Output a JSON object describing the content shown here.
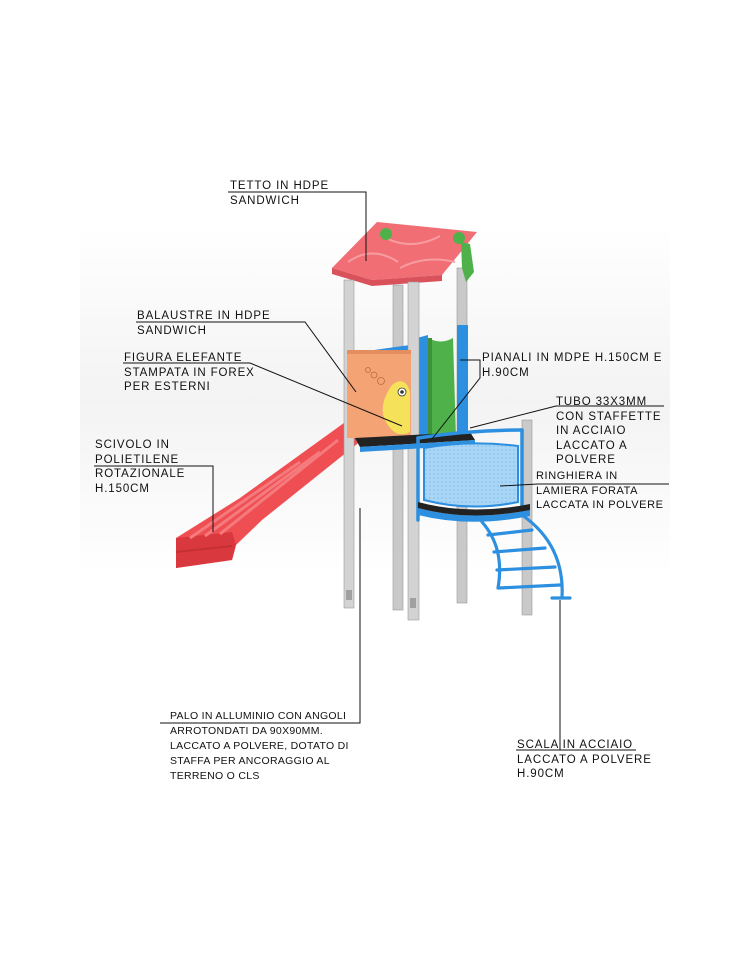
{
  "labels": {
    "tetto": "TETTO IN HDPE\nSANDWICH",
    "balaustre": "BALAUSTRE IN HDPE\nSANDWICH",
    "figura": "FIGURA ELEFANTE\nSTAMPATA IN FOREX\nPER ESTERNI",
    "pianali": "PIANALI IN MDPE H.150CM E\nH.90CM",
    "tubo": "TUBO 33X3MM\nCON STAFFETTE\nIN ACCIAIO\nLACCATO A\nPOLVERE",
    "ringhiera": "RINGHIERA IN\nLAMIERA FORATA\nLACCATA IN POLVERE",
    "scivolo": "SCIVOLO IN\nPOLIETILENE\nROTAZIONALE\nH.150CM",
    "palo": "PALO IN ALLUMINIO CON ANGOLI\nARROTONDATI DA 90X90MM.\nLACCATO A POLVERE, DOTATO DI\nSTAFFA PER ANCORAGGIO AL\nTERRENO O CLS",
    "scala": "SCALA IN ACCIAIO\nLACCATO A POLVERE\nH.90CM"
  },
  "colors": {
    "roof": "#f06e74",
    "slide": "#ef4f53",
    "panel_orange": "#f4a374",
    "panel_green": "#4fb14a",
    "panel_blue": "#2c8fe0",
    "railing": "#a9d6f7",
    "post": "#cfcfcf",
    "platform": "#222222",
    "leader": "#111111"
  }
}
